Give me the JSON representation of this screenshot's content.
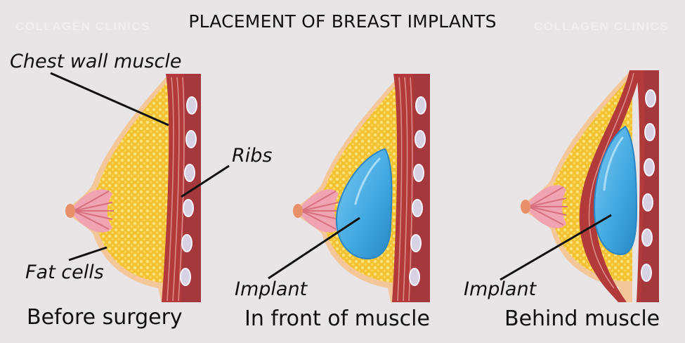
{
  "title": "PLACEMENT OF BREAST IMPLANTS",
  "watermark": "COLLAGEN CLINICS",
  "labels": {
    "chest_wall_muscle": "Chest wall muscle",
    "ribs": "Ribs",
    "fat_cells": "Fat cells",
    "implant_front": "Implant",
    "implant_behind": "Implant"
  },
  "captions": {
    "before": "Before surgery",
    "front": "In front of muscle",
    "behind": "Behind muscle"
  },
  "colors": {
    "background": "#e9e5e6",
    "fat": "#f2c233",
    "fat_dots": "#fbe27a",
    "muscle": "#b23a3a",
    "muscle_light": "#d98b8b",
    "rib": "#d7d2e3",
    "implant": "#3fa7e0",
    "gland": "#f0a3b0",
    "skin": "#f3c79a"
  }
}
